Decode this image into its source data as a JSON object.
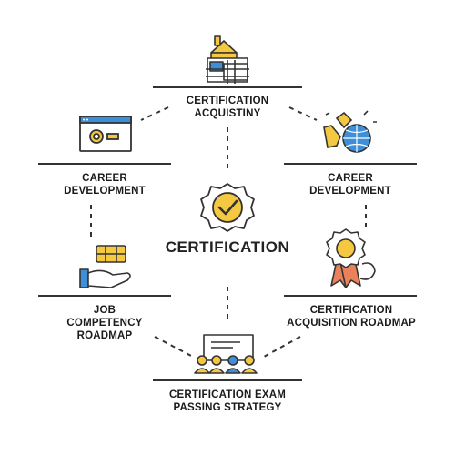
{
  "center": {
    "title": "CERTIFICATION",
    "icon": "badge-checkmark-icon"
  },
  "nodes": [
    {
      "id": "top",
      "label": "CERTIFICATION\nACQUISTINY",
      "icon": "house-blueprint-icon"
    },
    {
      "id": "upper-left",
      "label": "CAREER\nDEVELOPMENT",
      "icon": "browser-window-icon"
    },
    {
      "id": "upper-right",
      "label": "CAREER\nDEVELOPMENT",
      "icon": "globe-handshake-icon"
    },
    {
      "id": "lower-left",
      "label": "JOB\nCOMPETENCY\nROADMAP",
      "icon": "hand-money-icon"
    },
    {
      "id": "lower-right",
      "label": "CERTIFICATION\nACQUISITION ROADMAP",
      "icon": "award-ribbon-icon"
    },
    {
      "id": "bottom",
      "label": "CERTIFICATION EXAM\nPASSING STRATEGY",
      "icon": "team-presentation-icon"
    }
  ],
  "colors": {
    "yellow": "#F5C842",
    "blue": "#3E8FD8",
    "orange": "#E9825A",
    "dark": "#333333"
  }
}
